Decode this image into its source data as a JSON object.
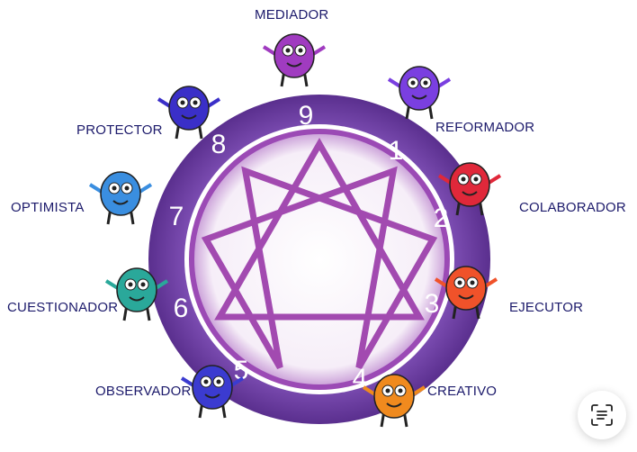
{
  "types": [
    {
      "number": "9",
      "label": "MEDIADOR",
      "color": "#a03bc0"
    },
    {
      "number": "1",
      "label": "REFORMADOR",
      "color": "#7a3fe0"
    },
    {
      "number": "2",
      "label": "COLABORADOR",
      "color": "#e0283a"
    },
    {
      "number": "3",
      "label": "EJECUTOR",
      "color": "#f0522a"
    },
    {
      "number": "4",
      "label": "CREATIVO",
      "color": "#f08a1e"
    },
    {
      "number": "5",
      "label": "OBSERVADOR",
      "color": "#3b3bd0"
    },
    {
      "number": "6",
      "label": "CUESTIONADOR",
      "color": "#2aa89a"
    },
    {
      "number": "7",
      "label": "OPTIMISTA",
      "color": "#3a8ee0"
    },
    {
      "number": "8",
      "label": "PROTECTOR",
      "color": "#3a2fc8"
    }
  ],
  "colors": {
    "ring": "#6a3d9a",
    "star": "#a24ab0",
    "label": "#1c1a6b"
  },
  "scan_button": {
    "icon": "text-scan-icon"
  }
}
